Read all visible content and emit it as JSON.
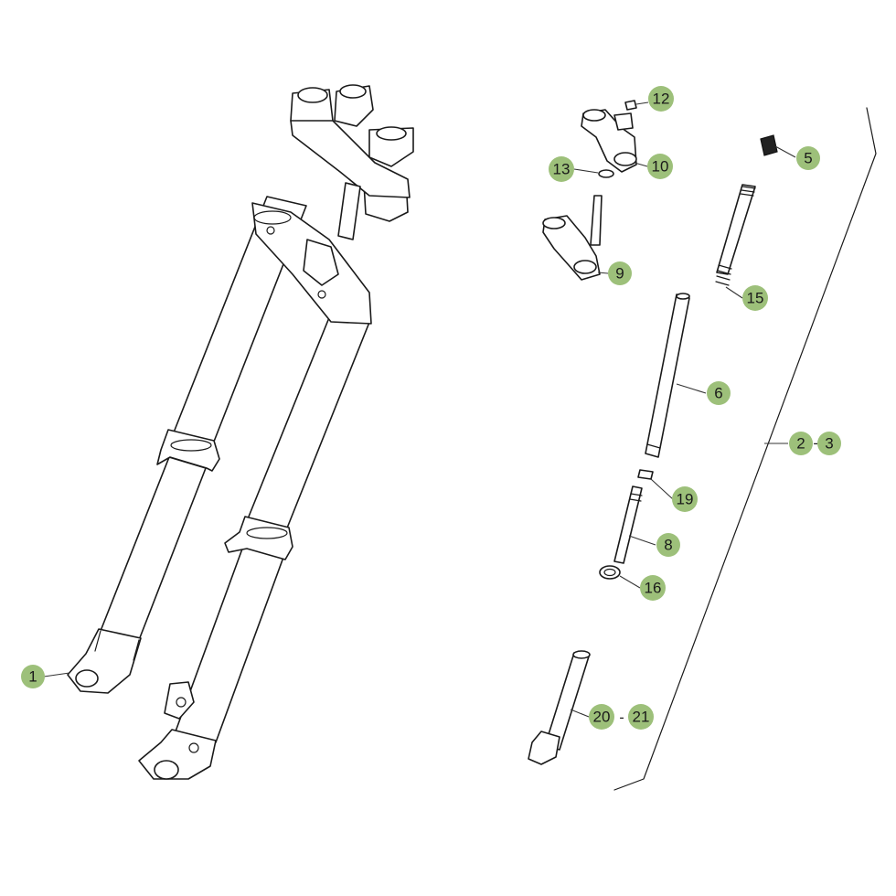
{
  "callouts": {
    "c1": "1",
    "c5": "5",
    "c6": "6",
    "c8": "8",
    "c9": "9",
    "c10": "10",
    "c12": "12",
    "c13": "13",
    "c15": "15",
    "c16": "16",
    "c19": "19",
    "c2": "2",
    "c3": "3",
    "c20": "20",
    "c21": "21",
    "range_separator": "-"
  },
  "colors": {
    "badge_fill": "#9dc07a",
    "line": "#1a1a1a",
    "background": "#ffffff"
  }
}
